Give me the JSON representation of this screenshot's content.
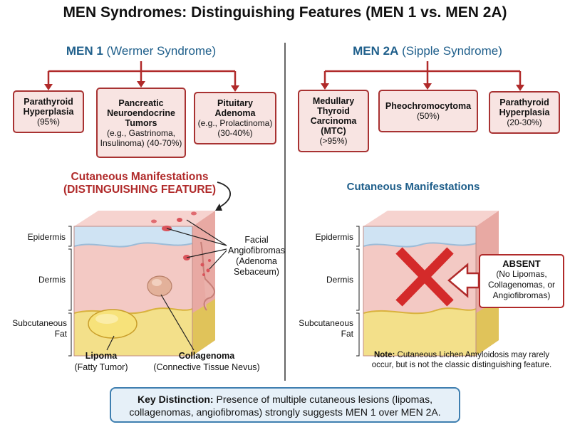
{
  "title": "MEN Syndromes: Distinguishing Features (MEN 1 vs. MEN 2A)",
  "men1": {
    "name": "MEN 1",
    "alt": "(Wermer Syndrome)",
    "boxes": [
      {
        "name": "Parathyroid Hyperplasia",
        "detail": "(95%)"
      },
      {
        "name": "Pancreatic Neuroendocrine Tumors",
        "detail": "(e.g., Gastrinoma, Insulinoma) (40-70%)"
      },
      {
        "name": "Pituitary Adenoma",
        "detail": "(e.g., Prolactinoma) (30-40%)"
      }
    ],
    "cutaneous_title": "Cutaneous Manifestations",
    "cutaneous_sub": "(DISTINGUISHING FEATURE)",
    "layers": {
      "epidermis": "Epidermis",
      "dermis": "Dermis",
      "fat1": "Subcutaneous",
      "fat2": "Fat"
    },
    "facial": {
      "l1": "Facial",
      "l2": "Angiofibromas",
      "l3": "(Adenoma",
      "l4": "Sebaceum)"
    },
    "lipoma": {
      "name": "Lipoma",
      "detail": "(Fatty Tumor)"
    },
    "collagenoma": {
      "name": "Collagenoma",
      "detail": "(Connective Tissue Nevus)"
    }
  },
  "men2a": {
    "name": "MEN 2A",
    "alt": "(Sipple Syndrome)",
    "boxes": [
      {
        "name": "Medullary Thyroid Carcinoma (MTC)",
        "detail": "(>95%)"
      },
      {
        "name": "Pheochromocytoma",
        "detail": "(50%)"
      },
      {
        "name": "Parathyroid Hyperplasia",
        "detail": "(20-30%)"
      }
    ],
    "cutaneous_title": "Cutaneous Manifestations",
    "layers": {
      "epidermis": "Epidermis",
      "dermis": "Dermis",
      "fat1": "Subcutaneous",
      "fat2": "Fat"
    },
    "absent_title": "ABSENT",
    "absent_l1": "(No Lipomas,",
    "absent_l2": "Collagenomas, or",
    "absent_l3": "Angiofibromas)",
    "note_label": "Note:",
    "note_l1": "Cutaneous Lichen Amyloidosis may rarely",
    "note_l2": "occur, but is not the classic distinguishing feature."
  },
  "key": {
    "label": "Key Distinction:",
    "l1": "Presence of multiple cutaneous lesions (lipomas,",
    "l2": "collagenomas, angiofibromas) strongly suggests MEN 1 over MEN 2A."
  },
  "colors": {
    "accent_red": "#b02a2a",
    "accent_blue": "#1f5f8b",
    "box_fill": "#f8e4e2",
    "skin": "#f3c9c4",
    "fat": "#f3e08a",
    "epidermis": "#cfe3f3"
  }
}
